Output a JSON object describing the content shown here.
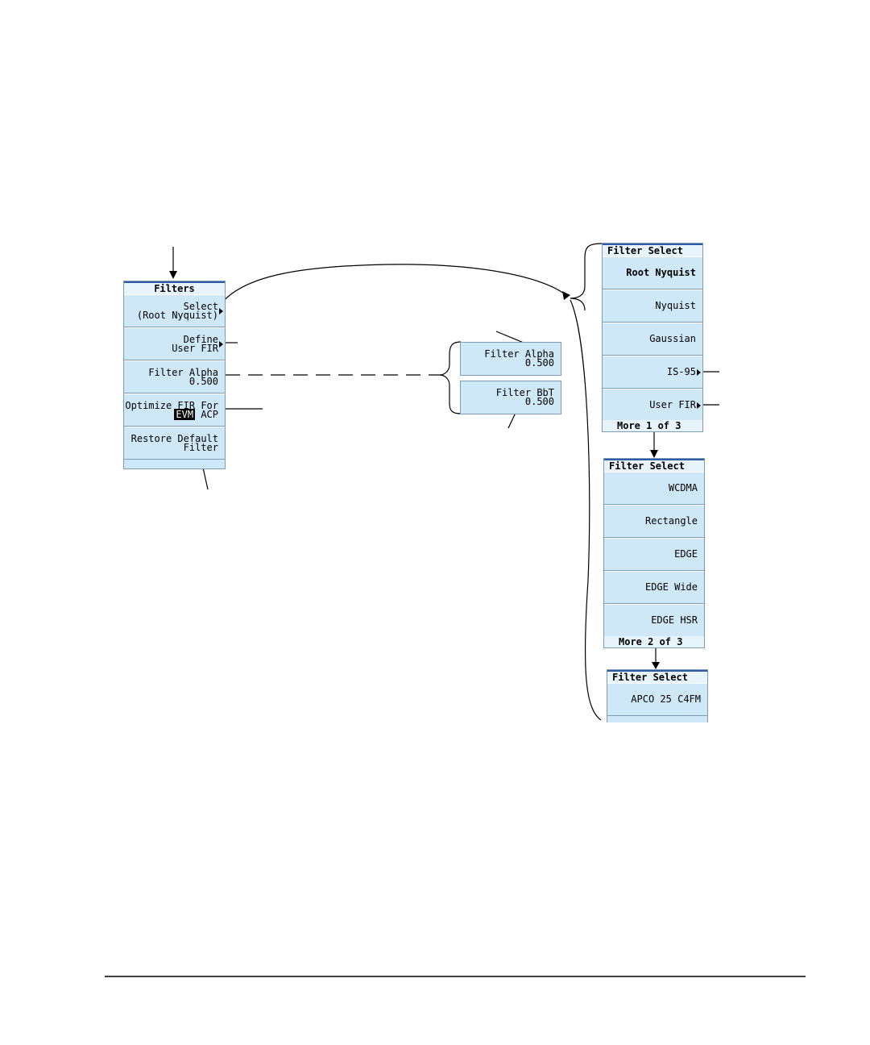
{
  "filters_menu": {
    "title": "Filters",
    "keys": [
      {
        "line1": "Select",
        "line2": "(Root Nyquist)"
      },
      {
        "line1": "Define",
        "line2": "User FIR"
      },
      {
        "line1": "Filter Alpha",
        "line2": "0.500"
      },
      {
        "line1": "Optimize FIR For",
        "opt_selected": "EVM",
        "opt_other": "ACP"
      },
      {
        "line1": "Restore Default",
        "line2": "Filter"
      }
    ]
  },
  "alpha_key": {
    "line1": "Filter Alpha",
    "line2": "0.500"
  },
  "bbt_key": {
    "line1": "Filter BbT",
    "line2": "0.500"
  },
  "filter_select_1": {
    "title": "Filter Select",
    "items": [
      "Root Nyquist",
      "Nyquist",
      "Gaussian",
      "IS-95",
      "User FIR"
    ],
    "footer": "More 1 of 3"
  },
  "filter_select_2": {
    "title": "Filter Select",
    "items": [
      "WCDMA",
      "Rectangle",
      "EDGE",
      "EDGE Wide",
      "EDGE HSR"
    ],
    "footer": "More 2 of 3"
  },
  "filter_select_3": {
    "title": "Filter Select",
    "items": [
      "APCO 25 C4FM"
    ]
  }
}
